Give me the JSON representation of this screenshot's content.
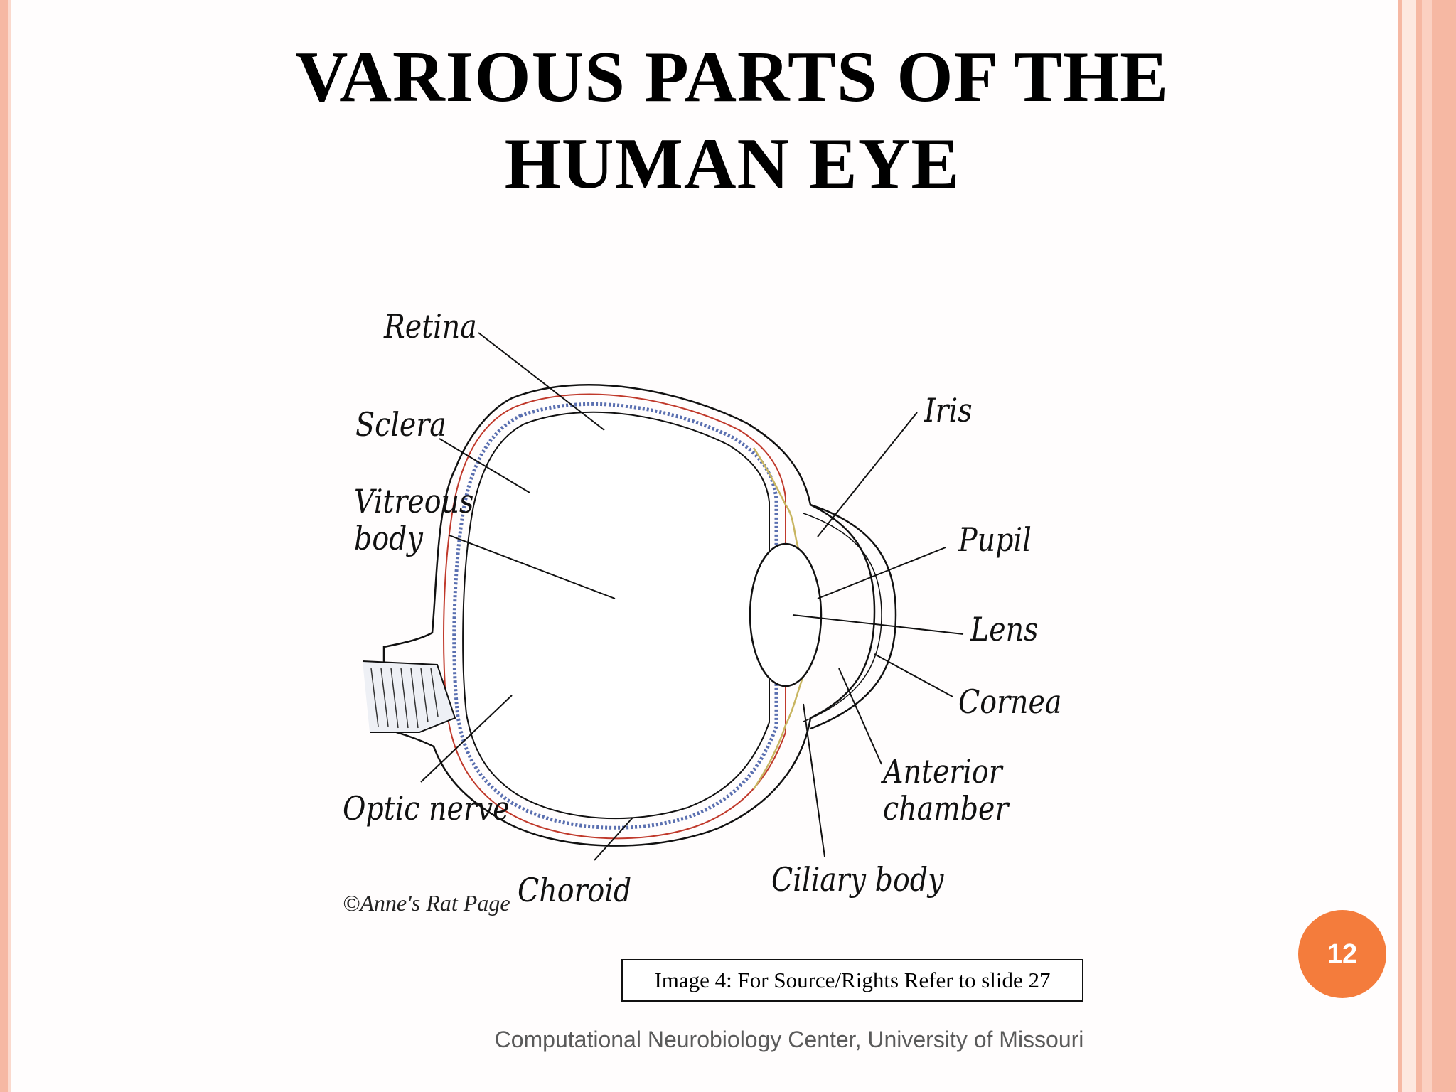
{
  "slide": {
    "title_line1": "VARIOUS PARTS OF THE",
    "title_line2": "HUMAN EYE",
    "page_number": "12",
    "source_note": "Image 4: For Source/Rights Refer to slide 27",
    "footer": "Computational Neurobiology Center, University of Missouri"
  },
  "diagram": {
    "labels": {
      "retina": "Retina",
      "sclera": "Sclera",
      "vitreous_line1": "Vitreous",
      "vitreous_line2": "body",
      "optic_nerve": "Optic nerve",
      "choroid": "Choroid",
      "iris": "Iris",
      "pupil": "Pupil",
      "lens": "Lens",
      "cornea": "Cornea",
      "anterior_line1": "Anterior",
      "anterior_line2": "chamber",
      "ciliary_body": "Ciliary body"
    },
    "copyright": "©Anne's Rat Page"
  },
  "colors": {
    "accent_orange": "#f47c3c",
    "border_salmon": "#f6b8a3",
    "choroid_red": "#c0392b",
    "retina_blue": "#5a6fb0",
    "iris_yellow": "#c8b560"
  }
}
